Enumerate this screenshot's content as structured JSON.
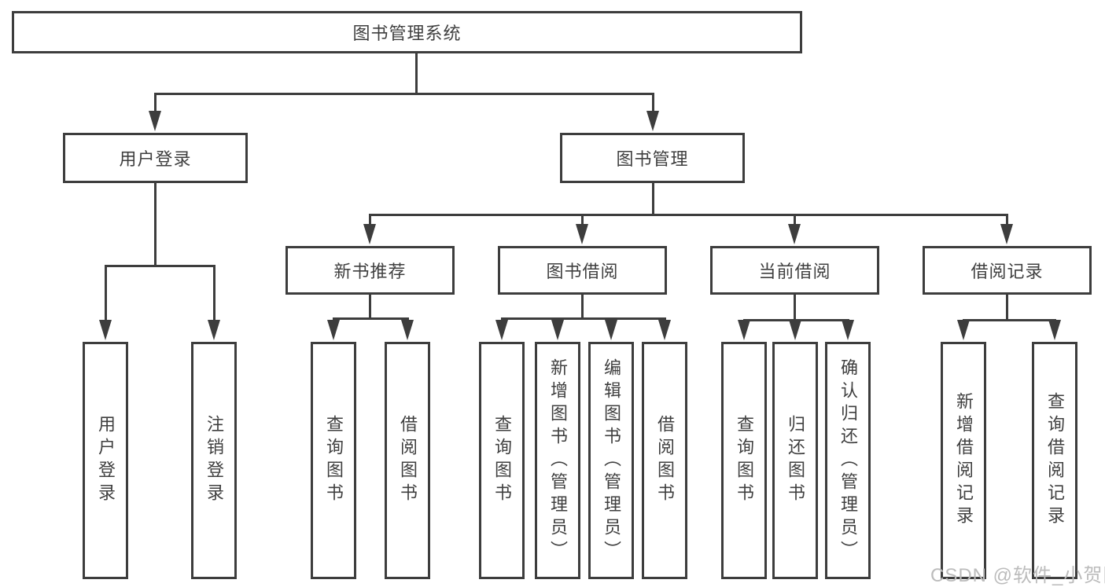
{
  "diagram": {
    "root": {
      "label": "图书管理系统"
    },
    "level2": [
      {
        "label": "用户登录",
        "children": [
          "用户登录",
          "注销登录"
        ]
      },
      {
        "label": "图书管理",
        "children": [
          {
            "label": "新书推荐",
            "children": [
              "查询图书",
              "借阅图书"
            ]
          },
          {
            "label": "图书借阅",
            "children": [
              "查询图书",
              "新增图书（管理员）",
              "编辑图书（管理员）",
              "借阅图书"
            ]
          },
          {
            "label": "当前借阅",
            "children": [
              "查询图书",
              "归还图书",
              "确认归还（管理员）"
            ]
          },
          {
            "label": "借阅记录",
            "children": [
              "新增借阅记录",
              "查询借阅记录"
            ]
          }
        ]
      }
    ]
  },
  "watermark": {
    "text": "CSDN @软件_小贺同学"
  },
  "colors": {
    "line": "#3d3d3d",
    "text": "#3f3f3f",
    "watermark": "#bcbcbc",
    "background": "#ffffff"
  }
}
